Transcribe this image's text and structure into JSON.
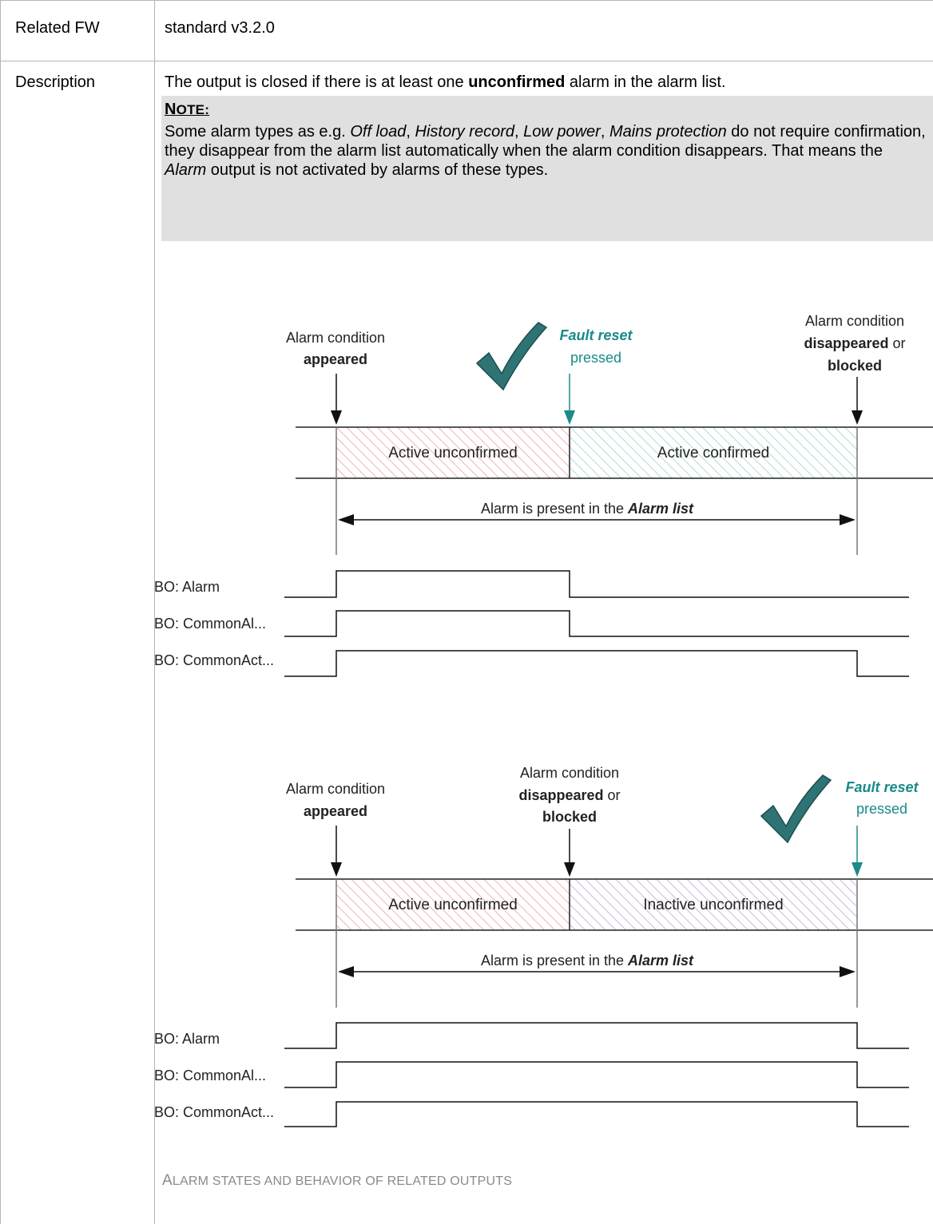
{
  "table": {
    "rows": [
      {
        "label": "Related FW",
        "value": "standard v3.2.0"
      },
      {
        "label": "Description"
      }
    ]
  },
  "description": {
    "text_before": "The output is closed if there is at least one ",
    "text_bold": "unconfirmed",
    "text_after": " alarm in the alarm list."
  },
  "note": {
    "title_initial": "N",
    "title_rest": "OTE:",
    "segments": [
      {
        "text": "Some alarm types as e.g. ",
        "italic": false
      },
      {
        "text": "Off load",
        "italic": true
      },
      {
        "text": ", ",
        "italic": false
      },
      {
        "text": "History record",
        "italic": true
      },
      {
        "text": ", ",
        "italic": false
      },
      {
        "text": "Low power",
        "italic": true
      },
      {
        "text": ", ",
        "italic": false
      },
      {
        "text": "Mains protection",
        "italic": true
      },
      {
        "text": " do not require confirmation, they disappear from the alarm list automatically when the alarm condition disappears. That means the ",
        "italic": false
      },
      {
        "text": "Alarm",
        "italic": true
      },
      {
        "text": " output is not activated by alarms of these types.",
        "italic": false
      }
    ]
  },
  "diagram1": {
    "event_appeared": {
      "line1": "Alarm condition",
      "line2": "appeared"
    },
    "event_reset": {
      "line1": "Fault reset",
      "line2": "pressed"
    },
    "event_disappeared": {
      "line1": "Alarm condition",
      "line2_bold": "disappeared",
      "line2_rest": " or",
      "line3": "blocked"
    },
    "state_left": "Active unconfirmed",
    "state_right": "Active confirmed",
    "span_label_pre": "Alarm is present in the ",
    "span_label_bold": "Alarm list",
    "signals": [
      "BO: Alarm",
      "BO: CommonAl...",
      "BO: CommonAct..."
    ]
  },
  "diagram2": {
    "event_appeared": {
      "line1": "Alarm condition",
      "line2": "appeared"
    },
    "event_disappeared": {
      "line1": "Alarm condition",
      "line2_bold": "disappeared",
      "line2_rest": " or",
      "line3": "blocked"
    },
    "event_reset": {
      "line1": "Fault reset",
      "line2": "pressed"
    },
    "state_left": "Active unconfirmed",
    "state_right": "Inactive unconfirmed",
    "span_label_pre": "Alarm is present in the ",
    "span_label_bold": "Alarm list",
    "signals": [
      "BO: Alarm",
      "BO: CommonAl...",
      "BO: CommonAct..."
    ]
  },
  "caption": {
    "initial": "A",
    "rest": "LARM STATES AND BEHAVIOR OF RELATED OUTPUTS"
  },
  "colors": {
    "teal": "#1a8a8a",
    "checkmark": "#2f7474",
    "hatch_red": "#f0a0a0",
    "hatch_teal": "#9ed3d0",
    "hatch_purple": "#c7a3d8",
    "border": "#b5b5b5",
    "note_bg": "#e0e0e0",
    "caption": "#8a8a8a"
  },
  "icons": [
    "checkmark-icon",
    "arrow-down-icon",
    "double-arrow-icon"
  ]
}
